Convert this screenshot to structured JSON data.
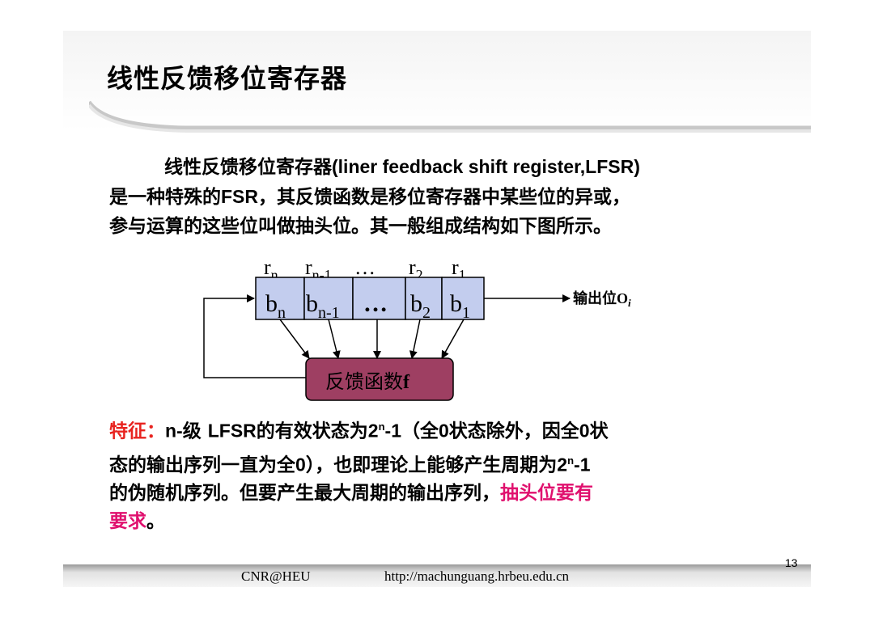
{
  "slide": {
    "title": "线性反馈移位寄存器",
    "paragraph": {
      "l1a": "线性反馈移位寄存器",
      "l1b": "(liner feedback shift register,LFSR)",
      "l2a": "是一种特殊的",
      "l2b": "FSR",
      "l2c": "，其反馈函数是移位寄存器中某些位的异或，",
      "l3": "参与运算的这些位叫做抽头位。其一般组成结构如下图所示。"
    },
    "diagram": {
      "tap_labels": {
        "rn": "r",
        "rn_sub": "n",
        "rn1": "r",
        "rn1_sub": "n-1",
        "dots": "…",
        "r2": "r",
        "r2_sub": "2",
        "r1": "r",
        "r1_sub": "1"
      },
      "cells": {
        "bn": "b",
        "bn_sub": "n",
        "bn1": "b",
        "bn1_sub": "n-1",
        "dots": "…",
        "b2": "b",
        "b2_sub": "2",
        "b1": "b",
        "b1_sub": "1"
      },
      "output_label": "输出位",
      "output_var": "O",
      "output_sub": "i",
      "function_label": "反馈函数",
      "function_var": "f",
      "colors": {
        "cell_fill": "#c3cdee",
        "function_fill": "#9e3f62"
      }
    },
    "features": {
      "label": "特征：",
      "l1a": "n-",
      "l1b": "级 ",
      "l1c": "LFSR",
      "l1d": "的有效状态为",
      "l1e": "2",
      "l1e_sup": "n",
      "l1f": "-1",
      "l1g": "（全",
      "l1h": "0",
      "l1i": "状态除外，因全",
      "l1j": "0",
      "l1k": "状",
      "l2a": "态的输出序列一直为全",
      "l2b": "0",
      "l2c": "），也即理论上能够产生周期为",
      "l2d": "2",
      "l2d_sup": "n",
      "l2e": "-1",
      "l3a": "的伪随机序列。但要产生最大周期的输出序列，",
      "l3b": "抽头位要有",
      "l4a": "要求",
      "l4b": "。"
    },
    "footer": {
      "left": "CNR@HEU",
      "url": "http://machunguang.hrbeu.edu.cn",
      "page": "13"
    }
  }
}
